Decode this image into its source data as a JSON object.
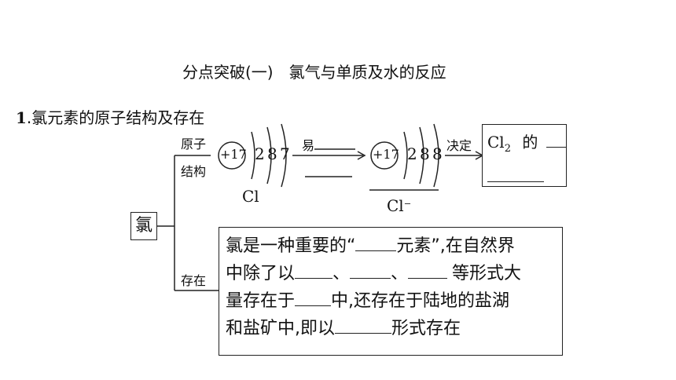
{
  "page": {
    "title": "分点突破(一)　氯气与单质及水的反应",
    "section_heading_num": "1",
    "section_heading_text": ".氯元素的原子结构及存在"
  },
  "diagram": {
    "root": "氯",
    "branch_structure_line1": "原子",
    "branch_structure_line2": "结构",
    "branch_existence": "存在",
    "cl_atom": {
      "nucleus": "+17",
      "shells": [
        "2",
        "8",
        "7"
      ],
      "label": "Cl"
    },
    "cl_ion": {
      "nucleus": "+17",
      "shells": [
        "2",
        "8",
        "8"
      ],
      "label": "Cl",
      "charge": "⁻"
    },
    "arrow1_label": "易",
    "arrow2_label": "决定",
    "result_text": "Cl",
    "result_sub": "2",
    "result_suffix": "的",
    "existence_text": {
      "l1_a": "氯是一种重要的“",
      "l1_b": "元素”,在自然界",
      "l2_a": "中除了以",
      "l2_b": "、",
      "l2_c": "、",
      "l2_d": "等形式大",
      "l3_a": "量存在于",
      "l3_b": "中,还存在于陆地的盐湖",
      "l4_a": "和盐矿中,即以",
      "l4_b": "形式存在"
    }
  }
}
